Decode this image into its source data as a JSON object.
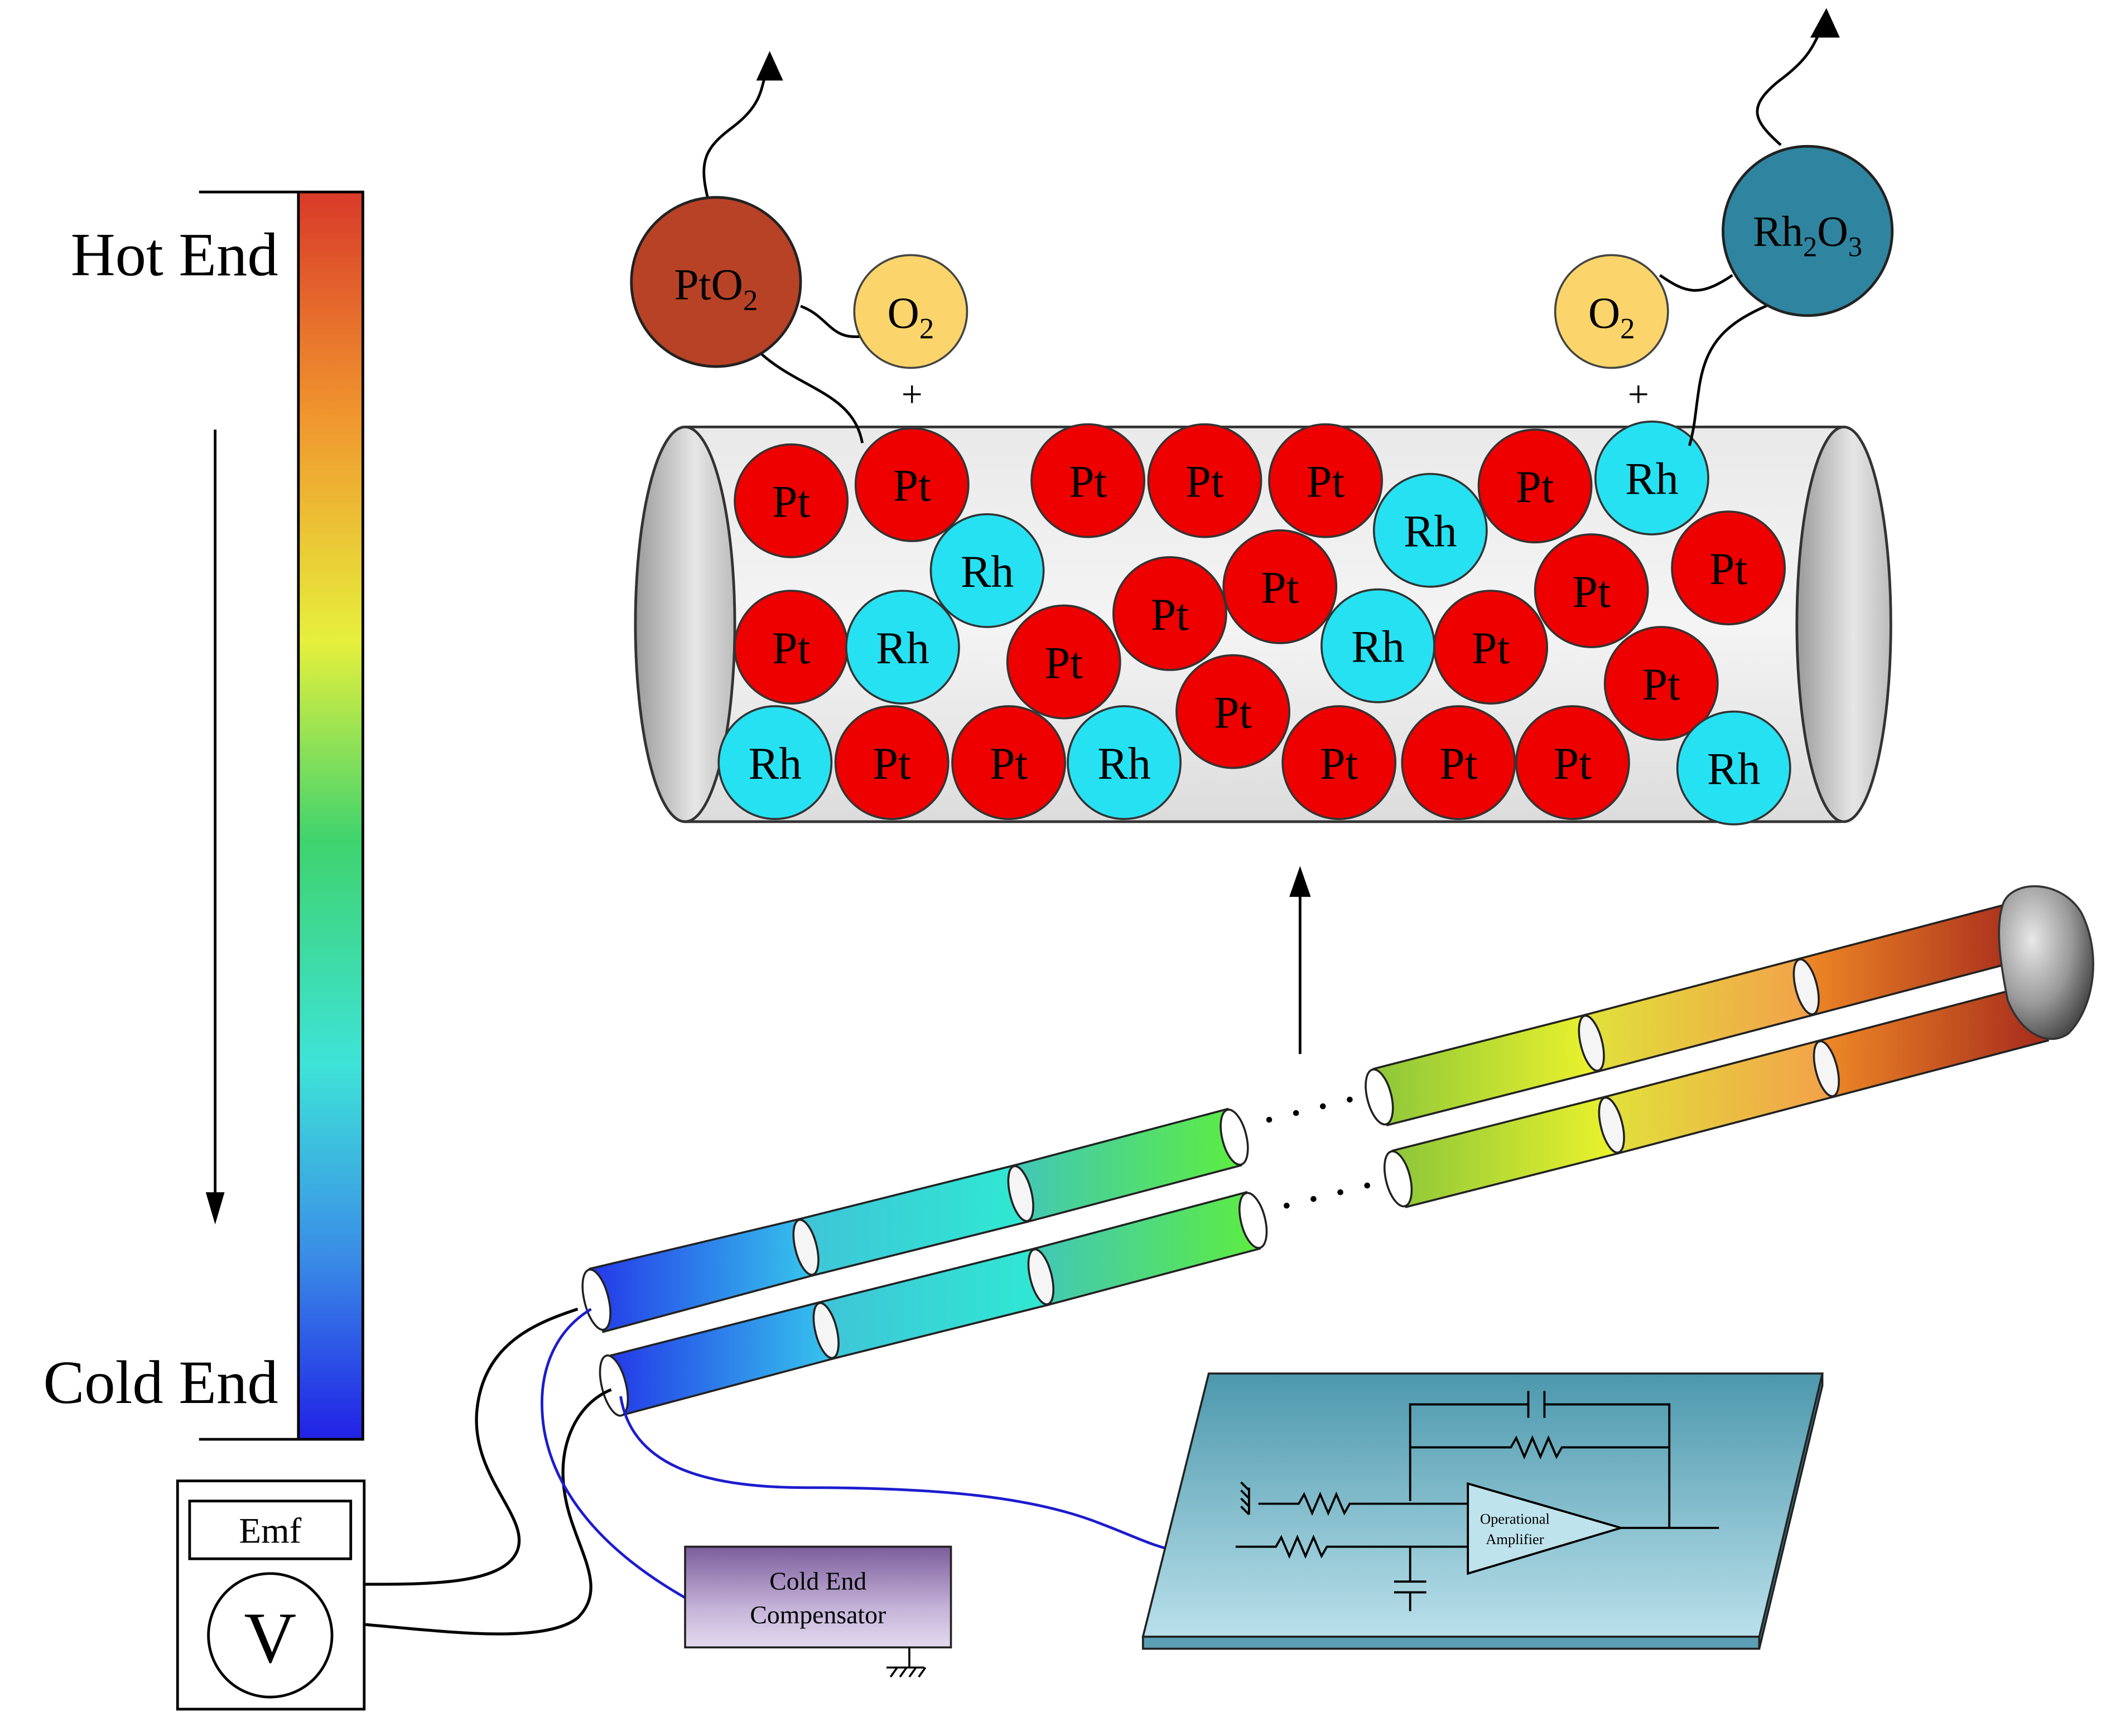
{
  "scale": {
    "hot_label": "Hot End",
    "cold_label": "Cold End"
  },
  "atoms": {
    "pt_label": "Pt",
    "rh_label": "Rh"
  },
  "oxides": {
    "pt_oxide_base": "PtO",
    "pt_oxide_sub": "2",
    "rh_oxide_base1": "Rh",
    "rh_oxide_sub1": "2",
    "rh_oxide_base2": "O",
    "rh_oxide_sub2": "3",
    "oxygen_base": "O",
    "oxygen_sub": "2",
    "plus": "+"
  },
  "meter": {
    "emf_label": "Emf",
    "v_label": "V"
  },
  "compensator": {
    "line1": "Cold End",
    "line2": "Compensator"
  },
  "amplifier": {
    "line1": "Operational",
    "line2": "Amplifier"
  },
  "colors": {
    "pt": "#ee0000",
    "rh": "#26e1f2",
    "pt_oxide": "#b84226",
    "rh_oxide": "#2f85a0",
    "oxygen": "#fbd56b",
    "board": "#7ab8cc"
  }
}
